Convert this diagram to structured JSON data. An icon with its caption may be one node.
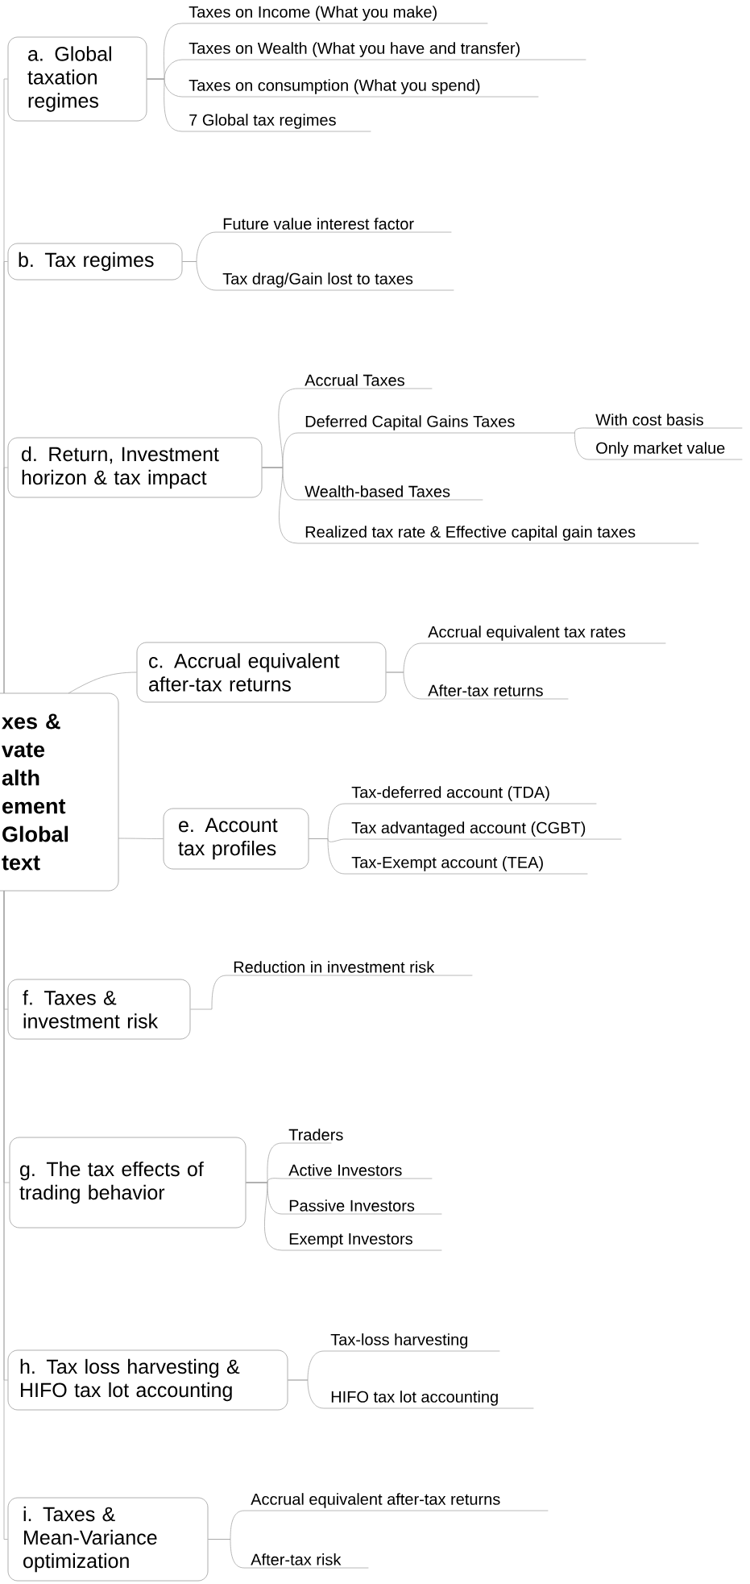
{
  "diagram": {
    "nodes": [
      {
        "text": [
          "xes & vate alth ement Global text"
        ]
      },
      {
        "text": [
          "a. Global taxation regimes"
        ]
      },
      {
        "text": [
          "Taxes on Income (What you make)"
        ]
      },
      {
        "text": [
          "Taxes on Wealth (What you have and transfer)"
        ]
      },
      {
        "text": [
          "Taxes on consumption (What you spend)"
        ]
      },
      {
        "text": [
          "7 Global tax regimes"
        ]
      },
      {
        "text": [
          "b. Tax regimes"
        ]
      },
      {
        "text": [
          "Future value interest factor"
        ]
      },
      {
        "text": [
          "Tax drag/Gain lost to taxes"
        ]
      },
      {
        "text": [
          "d. Return, Investment horizon & tax impact"
        ]
      },
      {
        "text": [
          "Accrual Taxes"
        ]
      },
      {
        "text": [
          "Deferred Capital Gains Taxes"
        ]
      },
      {
        "text": [
          "With cost basis"
        ]
      },
      {
        "text": [
          "Only market value"
        ]
      },
      {
        "text": [
          "Wealth-based Taxes"
        ]
      },
      {
        "text": [
          "Realized tax rate & Effective capital gain taxes"
        ]
      },
      {
        "text": [
          "c. Accrual equivalent after-tax returns"
        ]
      },
      {
        "text": [
          "Accrual equivalent tax rates"
        ]
      },
      {
        "text": [
          "After-tax returns"
        ]
      },
      {
        "text": [
          "e. Account tax profiles"
        ]
      },
      {
        "text": [
          "Tax-deferred account (TDA)"
        ]
      },
      {
        "text": [
          "Tax advantaged account (CGBT)"
        ]
      },
      {
        "text": [
          "Tax-Exempt account (TEA)"
        ]
      },
      {
        "text": [
          "f. Taxes & investment risk"
        ]
      },
      {
        "text": [
          "Reduction in investment risk"
        ]
      },
      {
        "text": [
          "g. The tax effects of trading behavior"
        ]
      },
      {
        "text": [
          "Traders"
        ]
      },
      {
        "text": [
          "Active Investors"
        ]
      },
      {
        "text": [
          "Passive Investors"
        ]
      },
      {
        "text": [
          "Exempt Investors"
        ]
      },
      {
        "text": [
          "h. Tax loss harvesting & HIFO tax lot accounting"
        ]
      },
      {
        "text": [
          "Tax-loss harvesting"
        ]
      },
      {
        "text": [
          "HIFO tax lot accounting"
        ]
      },
      {
        "text": [
          "i. Taxes & Mean-Variance optimization"
        ]
      },
      {
        "text": [
          "Accrual equivalent after-tax returns"
        ]
      },
      {
        "text": [
          "After-tax risk"
        ]
      }
    ],
    "edges": [
      {
        "from": 0,
        "to": 1,
        "arrow": "none"
      },
      {
        "from": 1,
        "to": 2,
        "arrow": "none"
      },
      {
        "from": 1,
        "to": 3,
        "arrow": "none"
      },
      {
        "from": 1,
        "to": 4,
        "arrow": "none"
      },
      {
        "from": 1,
        "to": 5,
        "arrow": "none"
      },
      {
        "from": 0,
        "to": 6,
        "arrow": "none"
      },
      {
        "from": 6,
        "to": 7,
        "arrow": "none"
      },
      {
        "from": 6,
        "to": 8,
        "arrow": "none"
      },
      {
        "from": 0,
        "to": 9,
        "arrow": "none"
      },
      {
        "from": 9,
        "to": 10,
        "arrow": "none"
      },
      {
        "from": 9,
        "to": 11,
        "arrow": "none"
      },
      {
        "from": 11,
        "to": 12,
        "arrow": "none"
      },
      {
        "from": 11,
        "to": 13,
        "arrow": "none"
      },
      {
        "from": 9,
        "to": 14,
        "arrow": "none"
      },
      {
        "from": 9,
        "to": 15,
        "arrow": "none"
      },
      {
        "from": 0,
        "to": 16,
        "arrow": "none"
      },
      {
        "from": 16,
        "to": 17,
        "arrow": "none"
      },
      {
        "from": 16,
        "to": 18,
        "arrow": "none"
      },
      {
        "from": 0,
        "to": 19,
        "arrow": "none"
      },
      {
        "from": 19,
        "to": 20,
        "arrow": "none"
      },
      {
        "from": 19,
        "to": 21,
        "arrow": "none"
      },
      {
        "from": 19,
        "to": 22,
        "arrow": "none"
      },
      {
        "from": 0,
        "to": 23,
        "arrow": "none"
      },
      {
        "from": 23,
        "to": 24,
        "arrow": "none"
      },
      {
        "from": 0,
        "to": 25,
        "arrow": "none"
      },
      {
        "from": 25,
        "to": 26,
        "arrow": "none"
      },
      {
        "from": 25,
        "to": 27,
        "arrow": "none"
      },
      {
        "from": 25,
        "to": 28,
        "arrow": "none"
      },
      {
        "from": 25,
        "to": 29,
        "arrow": "none"
      },
      {
        "from": 0,
        "to": 30,
        "arrow": "none"
      },
      {
        "from": 30,
        "to": 31,
        "arrow": "none"
      },
      {
        "from": 30,
        "to": 32,
        "arrow": "none"
      },
      {
        "from": 0,
        "to": 33,
        "arrow": "none"
      },
      {
        "from": 33,
        "to": 34,
        "arrow": "none"
      },
      {
        "from": 33,
        "to": 35,
        "arrow": "none"
      }
    ]
  }
}
